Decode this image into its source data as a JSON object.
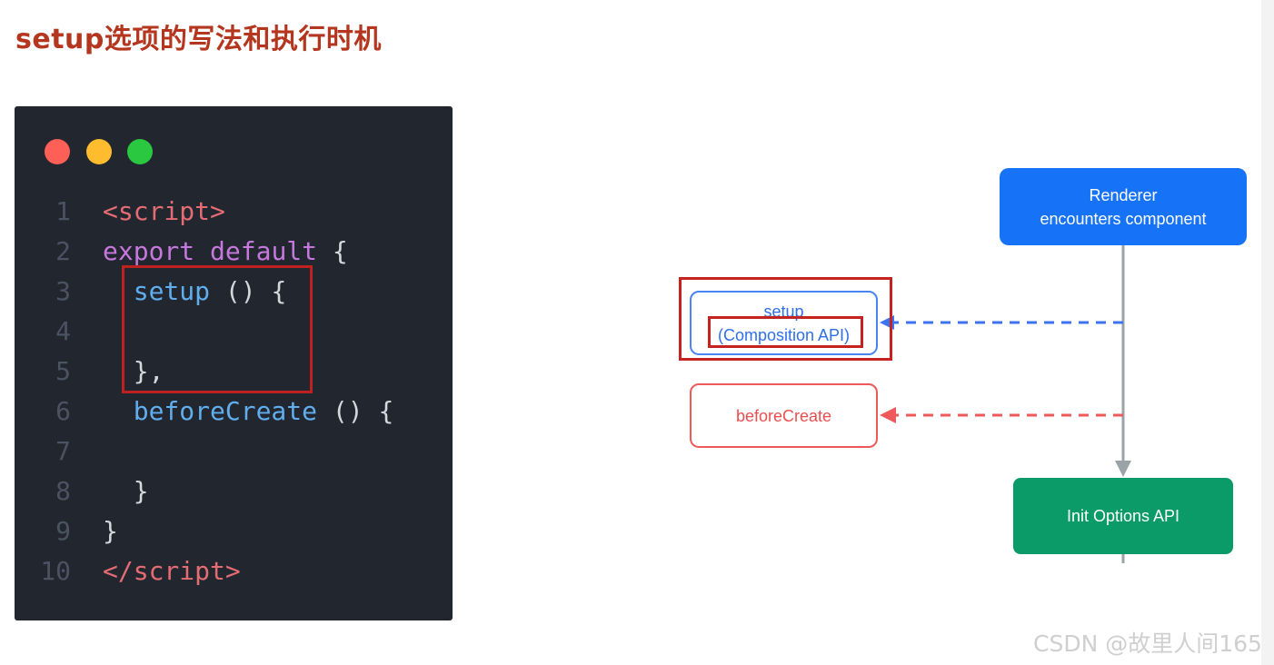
{
  "title": "setup选项的写法和执行时机",
  "code": {
    "lines": [
      {
        "num": "1",
        "parts": [
          {
            "t": "<script>",
            "c": "tag"
          }
        ]
      },
      {
        "num": "2",
        "parts": [
          {
            "t": "export",
            "c": "kw"
          },
          {
            "t": " ",
            "c": "pn"
          },
          {
            "t": "default",
            "c": "kw"
          },
          {
            "t": " {",
            "c": "pn"
          }
        ]
      },
      {
        "num": "3",
        "parts": [
          {
            "t": "  ",
            "c": "pn"
          },
          {
            "t": "setup",
            "c": "fn"
          },
          {
            "t": " () {",
            "c": "pn"
          }
        ]
      },
      {
        "num": "4",
        "parts": []
      },
      {
        "num": "5",
        "parts": [
          {
            "t": "  },",
            "c": "pn"
          }
        ]
      },
      {
        "num": "6",
        "parts": [
          {
            "t": "  ",
            "c": "pn"
          },
          {
            "t": "beforeCreate",
            "c": "fn"
          },
          {
            "t": " () {",
            "c": "pn"
          }
        ]
      },
      {
        "num": "7",
        "parts": []
      },
      {
        "num": "8",
        "parts": [
          {
            "t": "  }",
            "c": "pn"
          }
        ]
      },
      {
        "num": "9",
        "parts": [
          {
            "t": "}",
            "c": "pn"
          }
        ]
      },
      {
        "num": "10",
        "parts": [
          {
            "t": "</",
            "c": "tag"
          },
          {
            "t": "script",
            "c": "tag"
          },
          {
            "t": ">",
            "c": "tag"
          }
        ]
      }
    ]
  },
  "diagram": {
    "renderer_line1": "Renderer",
    "renderer_line2": "encounters component",
    "setup_line1": "setup",
    "setup_line2": "(Composition API)",
    "before_create": "beforeCreate",
    "init_options": "Init Options API"
  },
  "colors": {
    "title": "#b5361f",
    "renderer": "#1673f7",
    "init_options": "#0b9b69",
    "setup_arrow": "#3b73f0",
    "before_arrow": "#ee5a5a",
    "highlight": "#c4231f"
  },
  "watermark": "CSDN @故里人间165"
}
